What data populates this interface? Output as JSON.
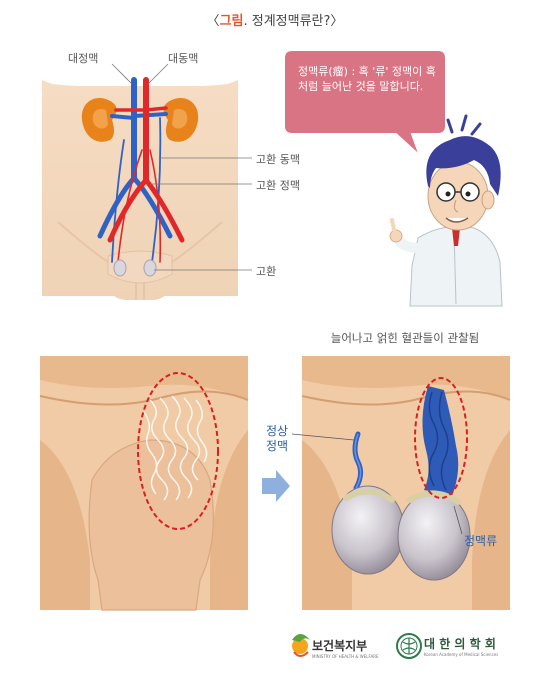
{
  "title": {
    "bracket_open": "〈",
    "accent": "그림",
    "rest": ". 정계정맥류란?",
    "bracket_close": "〉"
  },
  "anatomy": {
    "vena_cava": "대정맥",
    "aorta": "대동맥",
    "testicular_artery": "고환 동맥",
    "testicular_vein": "고환 정맥",
    "testis": "고환"
  },
  "speech": {
    "text": "정맥류(瘤) : 혹 '류' 정맥이 혹처럼 늘어난 것을 말합니다."
  },
  "comparison": {
    "caption": "늘어나고 얽힌 혈관들이 관찰됨",
    "normal_vein": "정상 정맥",
    "varicocele": "정맥류"
  },
  "logos": {
    "ministry": "보건복지부",
    "ministry_sub": "MINISTRY OF HEALTH & WELFARE",
    "academy": "대 한 의 학 회",
    "academy_sub": "Korean Academy of Medical Sciences"
  },
  "colors": {
    "artery": "#e0282a",
    "vein": "#2f62c6",
    "kidney": "#e8831c",
    "highlight": "#d92020",
    "bubble": "#d97484",
    "accent": "#e2572a"
  },
  "icons": [
    "doctor-character",
    "arrow-right-icon",
    "ministry-logo-icon",
    "academy-seal-icon"
  ]
}
